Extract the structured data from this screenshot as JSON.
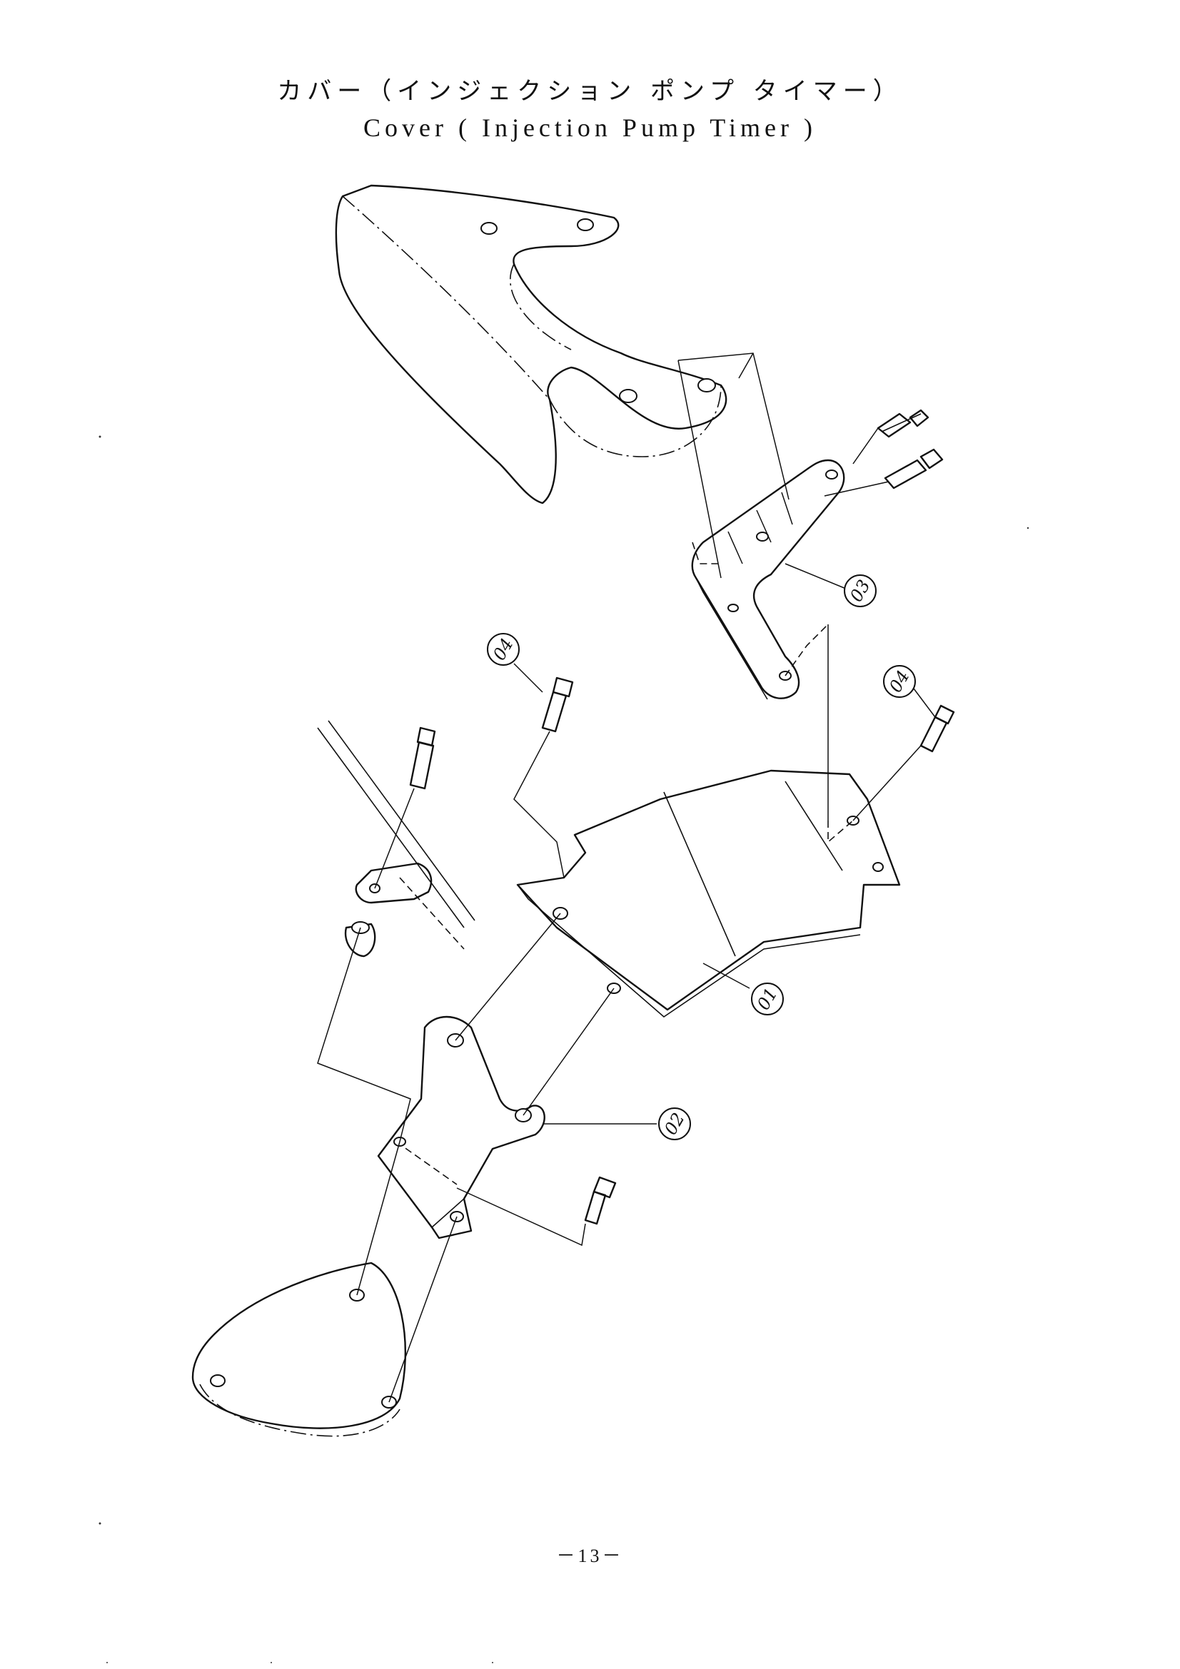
{
  "title_jp": "カバー（インジェクション ポンプ タイマー）",
  "title_en": "Cover ( Injection Pump Timer )",
  "page_number": "－13－",
  "callouts": {
    "c01": "01",
    "c02": "02",
    "c03": "03",
    "c04a": "04",
    "c04b": "04"
  }
}
